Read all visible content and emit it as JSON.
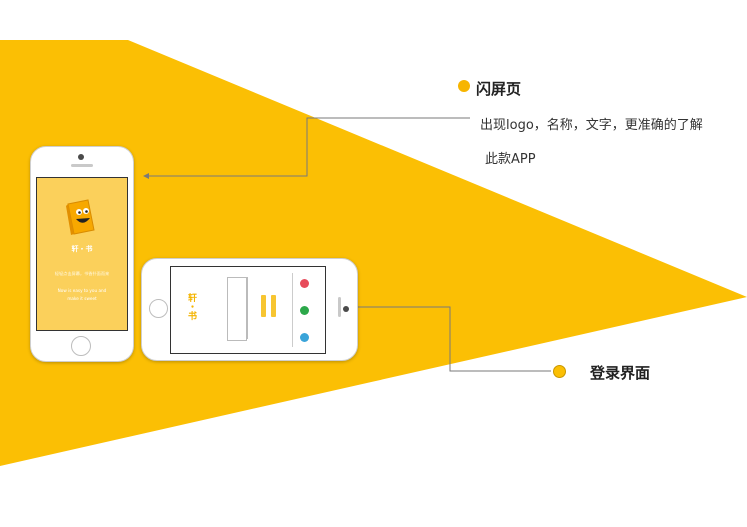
{
  "annotations": {
    "splash": {
      "title": "闪屏页",
      "desc_line1": "出现logo，名称，文字，更准确的了解",
      "desc_line2": "此款APP"
    },
    "login": {
      "title": "登录界面"
    }
  },
  "splash_screen": {
    "app_name": "轩・书",
    "slogan_cn": "轻轻点击屏幕，书香扑面而来",
    "slogan_en_1": "Now is easy to you and",
    "slogan_en_2": "make it sweet"
  },
  "login_screen": {
    "logo": "轩・书",
    "field_1": "",
    "field_2": "",
    "button_1": "",
    "button_2": ""
  },
  "colors": {
    "accent": "#fbbf04",
    "dot": "#f7b500",
    "splash_bg": "#fbd05b"
  },
  "icons": [
    "weibo-icon",
    "wechat-icon",
    "qq-icon"
  ]
}
